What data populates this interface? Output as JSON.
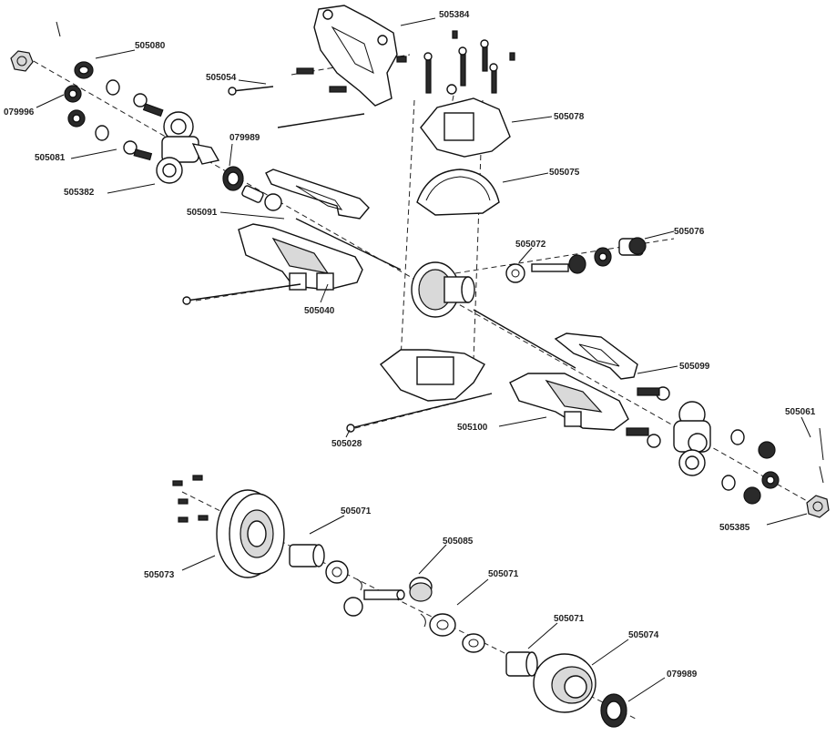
{
  "labels": {
    "l505384": "505384",
    "l505080": "505080",
    "l505054": "505054",
    "l079996": "079996",
    "l079989a": "079989",
    "l505078": "505078",
    "l505081": "505081",
    "l505382": "505382",
    "l505075": "505075",
    "l505091": "505091",
    "l505076": "505076",
    "l505072": "505072",
    "l505040": "505040",
    "l505099": "505099",
    "l505061": "505061",
    "l505100": "505100",
    "l505028": "505028",
    "l505071a": "505071",
    "l505385": "505385",
    "l505085": "505085",
    "l505073": "505073",
    "l505071b": "505071",
    "l505071c": "505071",
    "l505074": "505074",
    "l079989b": "079989"
  },
  "colors": {
    "ink": "#111111",
    "label": "#222222",
    "fill_dark": "#2a2a2a",
    "fill_grey": "#d9d9d9",
    "background": "#ffffff"
  }
}
